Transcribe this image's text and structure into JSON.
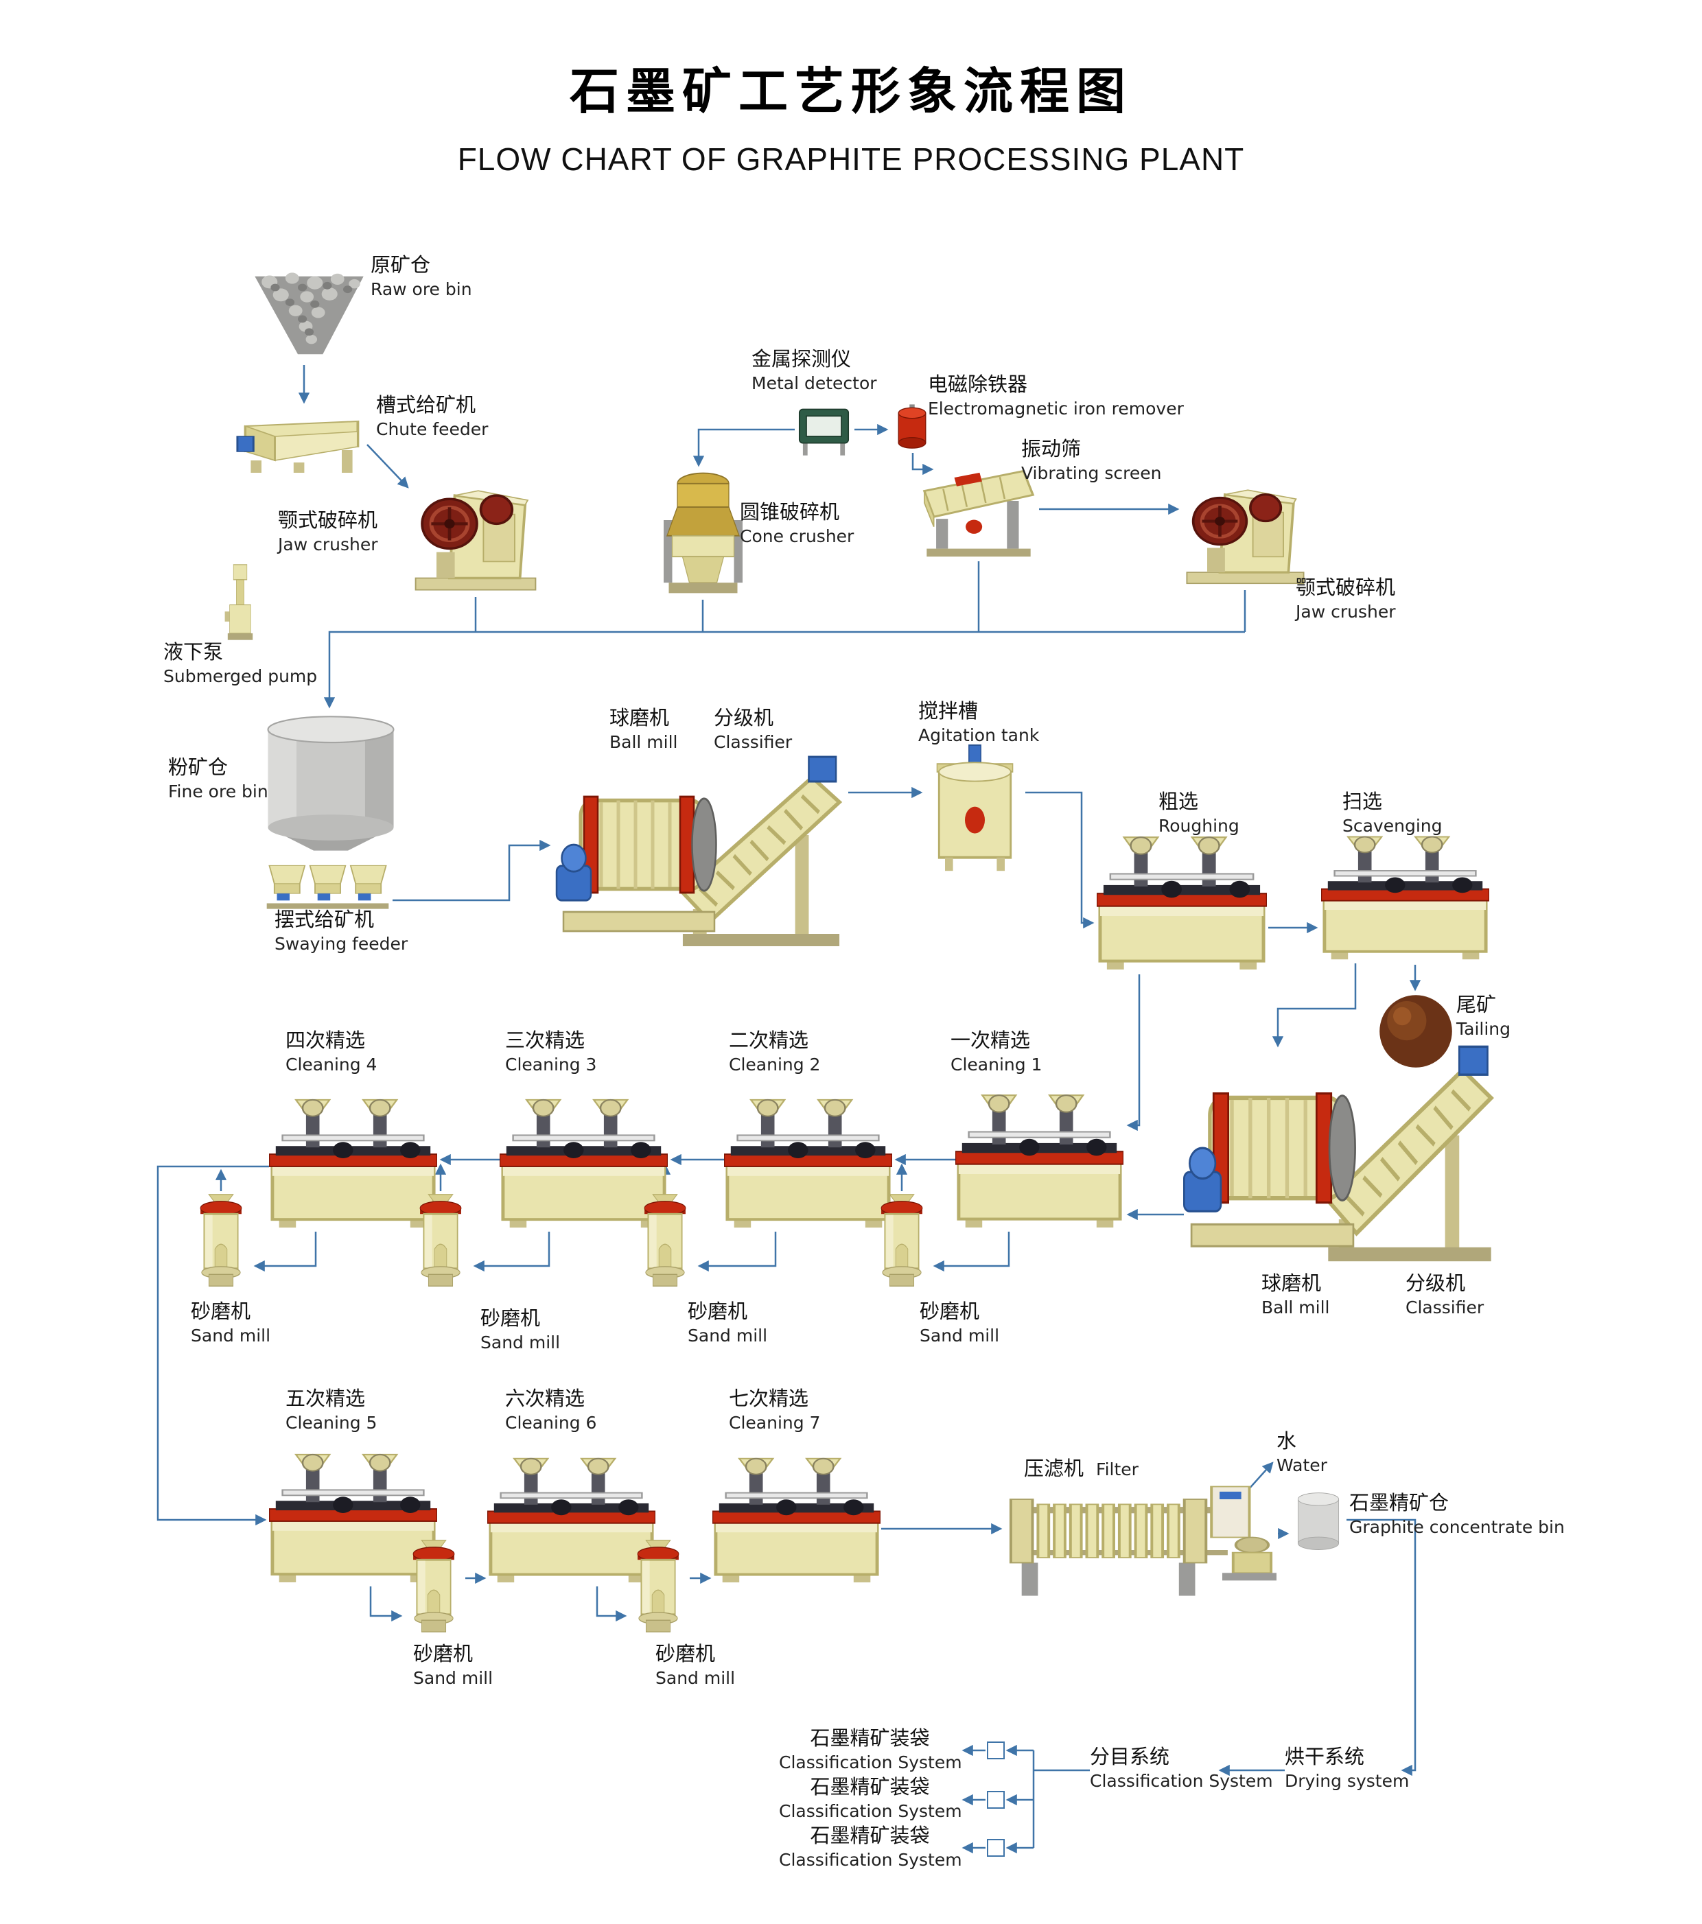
{
  "title": {
    "zh": "石墨矿工艺形象流程图",
    "en": "FLOW CHART OF GRAPHITE PROCESSING PLANT"
  },
  "nodes": {
    "raw_ore_bin": {
      "zh": "原矿仓",
      "en": "Raw ore bin"
    },
    "chute_feeder": {
      "zh": "槽式给矿机",
      "en": "Chute feeder"
    },
    "jaw_crusher_1": {
      "zh": "颚式破碎机",
      "en": "Jaw  crusher"
    },
    "metal_detector": {
      "zh": "金属探测仪",
      "en": "Metal detector"
    },
    "iron_remover": {
      "zh": "电磁除铁器",
      "en": "Electromagnetic iron remover"
    },
    "cone_crusher": {
      "zh": "圆锥破碎机",
      "en": "Cone crusher"
    },
    "vibrating_screen": {
      "zh": "振动筛",
      "en": "Vibrating screen"
    },
    "jaw_crusher_2": {
      "zh": "颚式破碎机",
      "en": "Jaw crusher"
    },
    "submerged_pump": {
      "zh": "液下泵",
      "en": "Submerged pump"
    },
    "fine_ore_bin": {
      "zh": "粉矿仓",
      "en": "Fine ore bin"
    },
    "swaying_feeder": {
      "zh": "摆式给矿机",
      "en": "Swaying feeder"
    },
    "ball_mill_1": {
      "zh": "球磨机",
      "en": "Ball mill"
    },
    "classifier_1": {
      "zh": "分级机",
      "en": "Classifier"
    },
    "agitation_tank": {
      "zh": "搅拌槽",
      "en": "Agitation tank"
    },
    "roughing": {
      "zh": "粗选",
      "en": "Roughing"
    },
    "scavenging": {
      "zh": "扫选",
      "en": "Scavenging"
    },
    "tailing": {
      "zh": "尾矿",
      "en": "Tailing"
    },
    "ball_mill_2": {
      "zh": "球磨机",
      "en": "Ball mill"
    },
    "classifier_2": {
      "zh": "分级机",
      "en": "Classifier"
    },
    "cleaning_1": {
      "zh": "一次精选",
      "en": "Cleaning 1"
    },
    "cleaning_2": {
      "zh": "二次精选",
      "en": "Cleaning 2"
    },
    "cleaning_3": {
      "zh": "三次精选",
      "en": "Cleaning 3"
    },
    "cleaning_4": {
      "zh": "四次精选",
      "en": "Cleaning 4"
    },
    "cleaning_5": {
      "zh": "五次精选",
      "en": "Cleaning 5"
    },
    "cleaning_6": {
      "zh": "六次精选",
      "en": "Cleaning 6"
    },
    "cleaning_7": {
      "zh": "七次精选",
      "en": "Cleaning 7"
    },
    "sand_mill": {
      "zh": "砂磨机",
      "en": "Sand mill"
    },
    "filter": {
      "zh": "压滤机",
      "en": "Filter"
    },
    "water": {
      "zh": "水",
      "en": "Water"
    },
    "concentrate_bin": {
      "zh": "石墨精矿仓",
      "en": "Graphite concentrate bin"
    },
    "drying_system": {
      "zh": "烘干系统",
      "en": "Drying system"
    },
    "classification_system": {
      "zh": "分目系统",
      "en": "Classification System"
    },
    "bagging": {
      "zh": "石墨精矿装袋",
      "en": "Classification System"
    }
  },
  "colors": {
    "line": "#3f74a8",
    "machine_body": "#e9e4ae",
    "accent_red": "#c62a10",
    "motor_blue": "#3a6fc4",
    "background": "#ffffff"
  }
}
